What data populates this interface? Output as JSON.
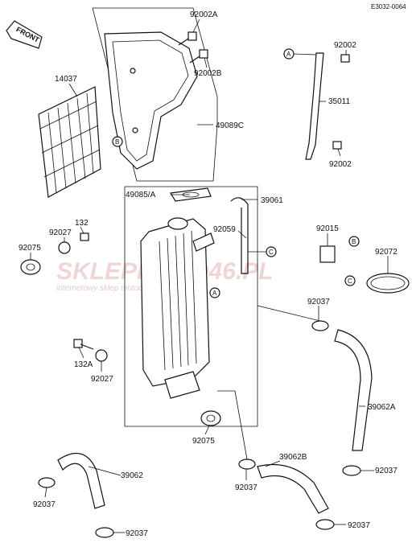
{
  "diagram_code": "E3032-0064",
  "front_label": "FRONT",
  "watermark": {
    "brand": "SKLEPMOTO46.PL",
    "tagline": "internetowy sklep motocyklowy"
  },
  "refs": {
    "a": "A",
    "b": "B",
    "c": "C"
  },
  "parts": {
    "p92002A": "92002A",
    "p92002B": "92002B",
    "p14037": "14037",
    "p49089C": "49089C",
    "p92002_top": "92002",
    "p35011": "35011",
    "p92002_bot": "92002",
    "p49085A": "49085/A",
    "p39061": "39061",
    "p92059": "92059",
    "p132": "132",
    "p92027_top": "92027",
    "p92075_left": "92075",
    "p92015": "92015",
    "p92072": "92072",
    "p92037_mid": "92037",
    "p132A": "132A",
    "p92027_bot": "92027",
    "p39062A": "39062A",
    "p92075_bot": "92075",
    "p39062B": "39062B",
    "p39062": "39062",
    "p92037_right": "92037",
    "p92037_center": "92037",
    "p92037_left": "92037",
    "p92037_bottom": "92037",
    "p92037_br": "92037"
  }
}
